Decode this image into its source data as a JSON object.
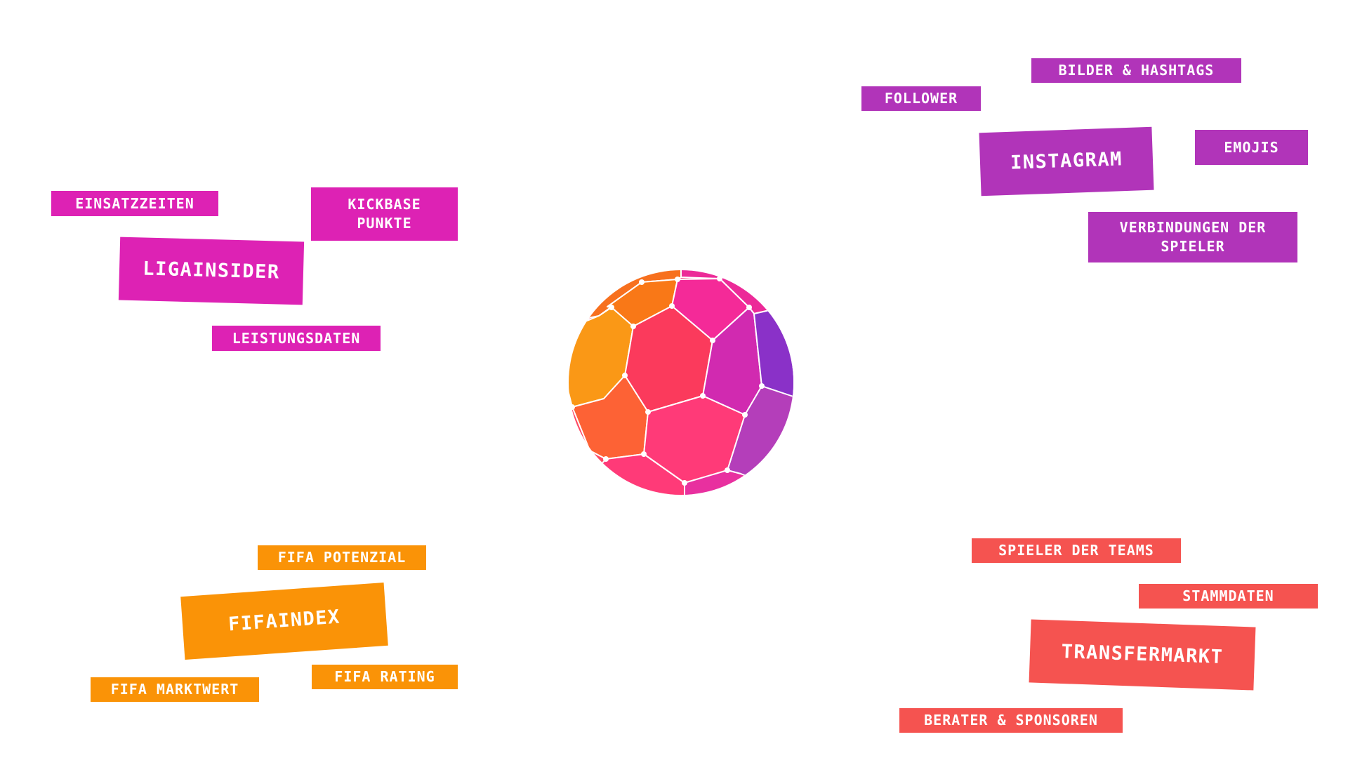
{
  "center": {
    "icon": "soccer-ball-icon"
  },
  "colors": {
    "ligainsider": "#dd22b4",
    "instagram": "#b134b9",
    "fifaindex": "#fa9307",
    "transfermarkt": "#f55350"
  },
  "groups": {
    "ligainsider": {
      "title": "LIGAINSIDER",
      "items": [
        "EINSATZZEITEN",
        "KICKBASE\nPUNKTE",
        "LEISTUNGSDATEN"
      ]
    },
    "instagram": {
      "title": "INSTAGRAM",
      "items": [
        "BILDER & HASHTAGS",
        "FOLLOWER",
        "EMOJIS",
        "VERBINDUNGEN DER\nSPIELER"
      ]
    },
    "fifaindex": {
      "title": "FIFAINDEX",
      "items": [
        "FIFA POTENZIAL",
        "FIFA MARKTWERT",
        "FIFA RATING"
      ]
    },
    "transfermarkt": {
      "title": "TRANSFERMARKT",
      "items": [
        "SPIELER DER TEAMS",
        "STAMMDATEN",
        "BERATER & SPONSOREN"
      ]
    }
  }
}
